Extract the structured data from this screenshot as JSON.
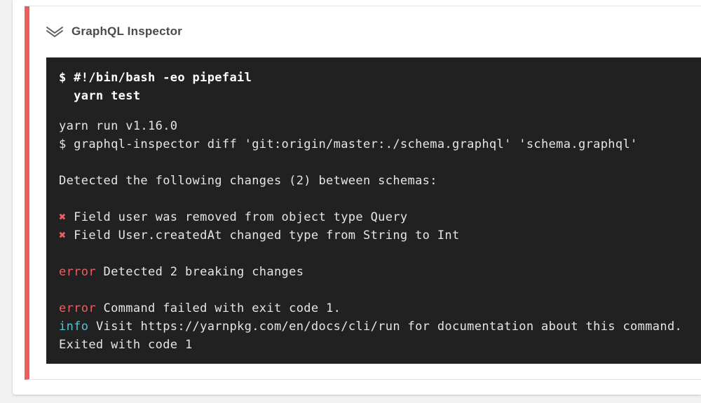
{
  "step": {
    "title": "GraphQL Inspector",
    "status": "failed",
    "collapse_icon": "chevron-double-down"
  },
  "colors": {
    "step_accent_red": "#ed5c5c",
    "terminal_background": "#212121",
    "terminal_text": "#e8e6e3",
    "terminal_error_red": "#ee5f5f",
    "terminal_info_cyan": "#53c1d5"
  },
  "terminal": {
    "lines": [
      {
        "segments": [
          {
            "text": "$ #!/bin/bash -eo pipefail",
            "style": "bold"
          }
        ]
      },
      {
        "segments": [
          {
            "text": "  yarn test",
            "style": "bold"
          }
        ]
      },
      {
        "gap": 17
      },
      {
        "segments": [
          {
            "text": "yarn run v1.16.0",
            "style": "plain"
          }
        ]
      },
      {
        "segments": [
          {
            "text": "$ graphql-inspector diff 'git:origin/master:./schema.graphql' 'schema.graphql'",
            "style": "plain"
          }
        ]
      },
      {
        "blank": true
      },
      {
        "segments": [
          {
            "text": "Detected the following changes (2) between schemas:",
            "style": "plain"
          }
        ]
      },
      {
        "blank": true
      },
      {
        "segments": [
          {
            "text": "✖ ",
            "style": "red"
          },
          {
            "text": "Field user was removed from object type Query",
            "style": "plain"
          }
        ]
      },
      {
        "segments": [
          {
            "text": "✖ ",
            "style": "red"
          },
          {
            "text": "Field User.createdAt changed type from String to Int",
            "style": "plain"
          }
        ]
      },
      {
        "blank": true
      },
      {
        "segments": [
          {
            "text": "error ",
            "style": "red"
          },
          {
            "text": "Detected 2 breaking changes",
            "style": "plain"
          }
        ]
      },
      {
        "blank": true
      },
      {
        "segments": [
          {
            "text": "error ",
            "style": "red"
          },
          {
            "text": "Command failed with exit code 1.",
            "style": "plain"
          }
        ]
      },
      {
        "segments": [
          {
            "text": "info ",
            "style": "cyan"
          },
          {
            "text": "Visit https://yarnpkg.com/en/docs/cli/run for documentation about this command.",
            "style": "plain"
          }
        ]
      },
      {
        "segments": [
          {
            "text": "Exited with code 1",
            "style": "plain"
          }
        ]
      }
    ]
  }
}
